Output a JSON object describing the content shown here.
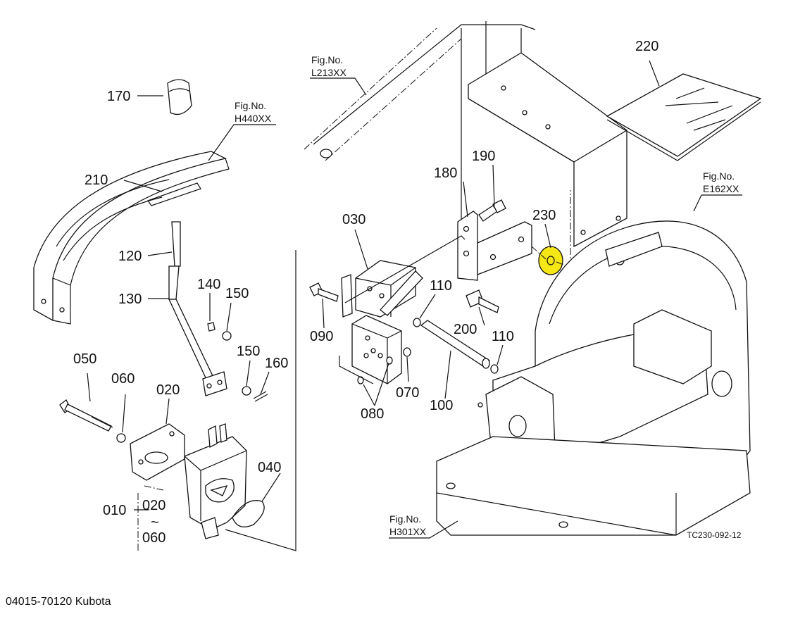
{
  "caption": "04015-70120 Kubota",
  "drawing_code": "TC230-092-12",
  "highlight_color": "#f5e616",
  "highlighted_part": "230",
  "fig_refs": [
    {
      "line1": "Fig.No.",
      "line2": "H440XX"
    },
    {
      "line1": "Fig.No.",
      "line2": "L213XX"
    },
    {
      "line1": "Fig.No.",
      "line2": "E162XX"
    },
    {
      "line1": "Fig.No.",
      "line2": "H301XX"
    }
  ],
  "part_labels": {
    "p170": "170",
    "p210": "210",
    "p120": "120",
    "p130": "130",
    "p140": "140",
    "p150a": "150",
    "p150b": "150",
    "p160": "160",
    "p050": "050",
    "p060": "060",
    "p020": "020",
    "p010": "010",
    "p020b": "020",
    "tilde": "~",
    "p060b": "060",
    "p040": "040",
    "p030": "030",
    "p090": "090",
    "p180": "180",
    "p190": "190",
    "p110a": "110",
    "p200": "200",
    "p110b": "110",
    "p230": "230",
    "p080": "080",
    "p070": "070",
    "p100": "100",
    "p220": "220"
  }
}
